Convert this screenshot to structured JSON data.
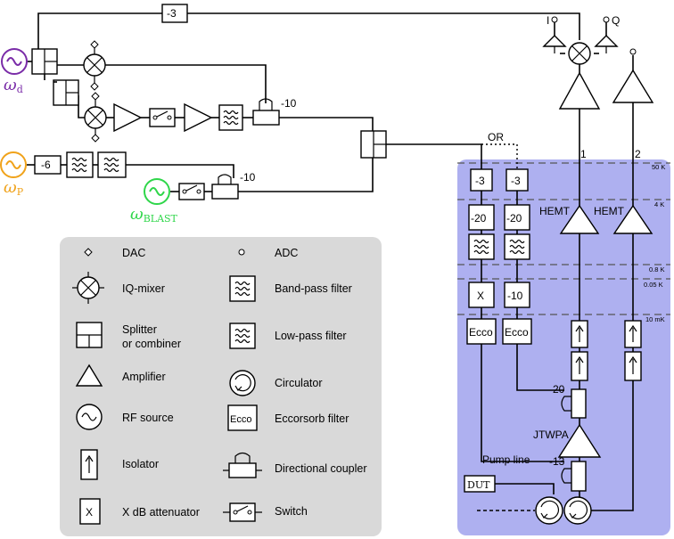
{
  "colors": {
    "drive": "#7a2ca8",
    "pump": "#f0a21a",
    "blast": "#2fd64a",
    "cryostat": "#aeb0f0",
    "legend_bg": "#d9d9d9"
  },
  "sources": {
    "drive": "ω",
    "drive_sub": "d",
    "pump": "ω",
    "pump_sub": "P",
    "blast": "ω",
    "blast_sub": "BLAST"
  },
  "attenuations": {
    "top": "-3",
    "pump_in": "-6",
    "coupler_drive": "-10",
    "coupler_blast": "-10",
    "line1_a": "-3",
    "line2_a": "-3",
    "line1_b": "-20",
    "line2_b": "-20",
    "line1_x": "X",
    "line2_c": "-10",
    "jtwpa_coupler": "-20",
    "pump_coupler": "-13"
  },
  "labels": {
    "i_port": "I",
    "q_port": "Q",
    "or_label": "OR",
    "chan_1": "1",
    "chan_2": "2",
    "hemt_1": "HEMT",
    "hemt_2": "HEMT",
    "jtwpa": "JTWPA",
    "pump_line": "Pump line",
    "dut": "DUT",
    "ecco_1": "Ecco",
    "ecco_2": "Ecco"
  },
  "temperatures": [
    "50 K",
    "4 K",
    "0.8 K",
    "0.05 K",
    "10 mK"
  ],
  "legend": {
    "dac": "DAC",
    "adc": "ADC",
    "iq_mixer": "IQ-mixer",
    "bandpass": "Band-pass filter",
    "splitter_1": "Splitter",
    "splitter_2": "or combiner",
    "lowpass": "Low-pass filter",
    "amplifier": "Amplifier",
    "circulator": "Circulator",
    "rf_source": "RF source",
    "ecco_icon": "Ecco",
    "eccosorb": "Eccorsorb filter",
    "isolator": "Isolator",
    "dir_coupler": "Directional coupler",
    "x_icon": "X",
    "attenuator": "X dB attenuator",
    "switch": "Switch"
  }
}
